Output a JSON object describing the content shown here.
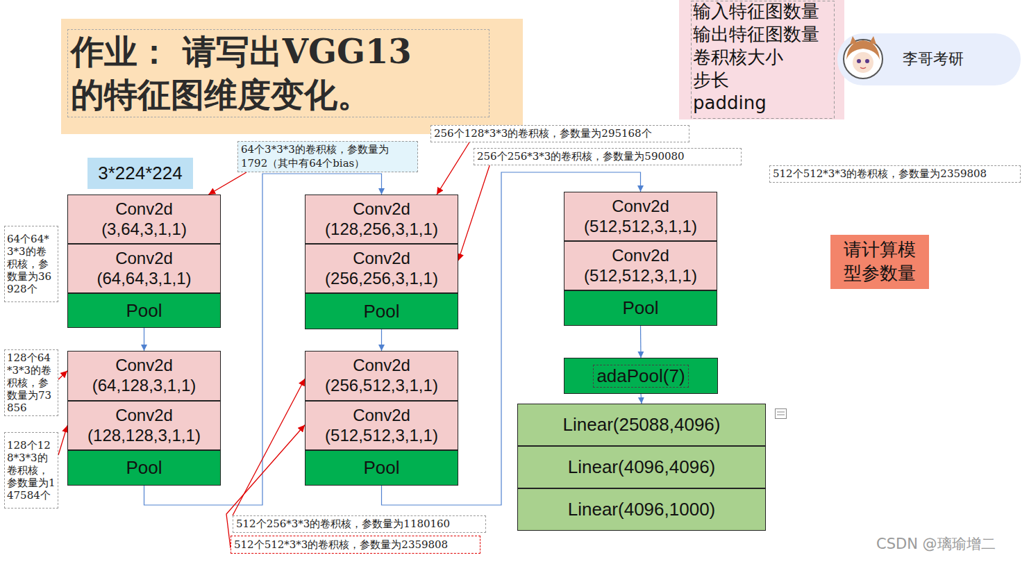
{
  "diagram": {
    "title": "作业： 请写出VGG13 的特征图维度变化。",
    "nodes": [
      {
        "text": [
          "输入特征图数量",
          "输出特征图数量",
          "卷积核大小",
          "步长",
          "padding"
        ]
      },
      {
        "text": [
          "3*224*224"
        ]
      },
      {
        "text": [
          "64个3*3*3的卷积核，参数量为1792（其中有64个bias）"
        ]
      },
      {
        "text": [
          "256个128*3*3的卷积核，参数量为295168个"
        ]
      },
      {
        "text": [
          "256个256*3*3的卷积核，参数量为590080"
        ]
      },
      {
        "text": [
          "512个512*3*3的卷积核，参数量为2359808"
        ]
      },
      {
        "text": [
          "Conv2d (3,64,3,1,1)"
        ]
      },
      {
        "text": [
          "Conv2d (64,64,3,1,1)"
        ]
      },
      {
        "text": [
          "Pool"
        ]
      },
      {
        "text": [
          "Conv2d (128,256,3,1,1)"
        ]
      },
      {
        "text": [
          "Conv2d (256,256,3,1,1)"
        ]
      },
      {
        "text": [
          "Pool"
        ]
      },
      {
        "text": [
          "Conv2d (512,512,3,1,1)"
        ]
      },
      {
        "text": [
          "Conv2d (512,512,3,1,1)"
        ]
      },
      {
        "text": [
          "Pool"
        ]
      },
      {
        "text": [
          "请计算模型参数量"
        ]
      },
      {
        "text": [
          "64个64*3*3的卷积核，参数量为36928个"
        ]
      },
      {
        "text": [
          "128个64*3*3的卷积核，参数量为73856"
        ]
      },
      {
        "text": [
          "128个128*3*3的卷积核，参数量为147584个"
        ]
      },
      {
        "text": [
          "Conv2d (64,128,3,1,1)"
        ]
      },
      {
        "text": [
          "Conv2d (128,128,3,1,1)"
        ]
      },
      {
        "text": [
          "Pool"
        ]
      },
      {
        "text": [
          "Conv2d (256,512,3,1,1)"
        ]
      },
      {
        "text": [
          "Conv2d (512,512,3,1,1)"
        ]
      },
      {
        "text": [
          "Pool"
        ]
      },
      {
        "text": [
          "adaPool(7)"
        ]
      },
      {
        "text": [
          "Linear(25088,4096)"
        ]
      },
      {
        "text": [
          "Linear(4096,4096)"
        ]
      },
      {
        "text": [
          "Linear(4096,1000)"
        ]
      },
      {
        "text": [
          "512个256*3*3的卷积核，参数量为1180160"
        ]
      },
      {
        "text": [
          "512个512*3*3的卷积核，参数量为2359808"
        ]
      }
    ],
    "edges": [
      {
        "from": 8,
        "to": 19,
        "arrow": "to"
      },
      {
        "from": 21,
        "to": 9,
        "arrow": "to"
      },
      {
        "from": 11,
        "to": 22,
        "arrow": "to"
      },
      {
        "from": 24,
        "to": 12,
        "arrow": "to"
      },
      {
        "from": 14,
        "to": 25,
        "arrow": "to"
      },
      {
        "from": 25,
        "to": 26,
        "arrow": "to"
      },
      {
        "from": 2,
        "to": 6,
        "arrow": "to"
      },
      {
        "from": 17,
        "to": 19,
        "arrow": "to"
      },
      {
        "from": 18,
        "to": 20,
        "arrow": "to"
      },
      {
        "from": 3,
        "to": 9,
        "arrow": "to"
      },
      {
        "from": 4,
        "to": 10,
        "arrow": "to"
      },
      {
        "from": 29,
        "to": 22,
        "arrow": "to"
      },
      {
        "from": 30,
        "to": 23,
        "arrow": "to"
      }
    ],
    "labels": [
      "李哥考研",
      "CSDN @璃瑜增二"
    ]
  }
}
